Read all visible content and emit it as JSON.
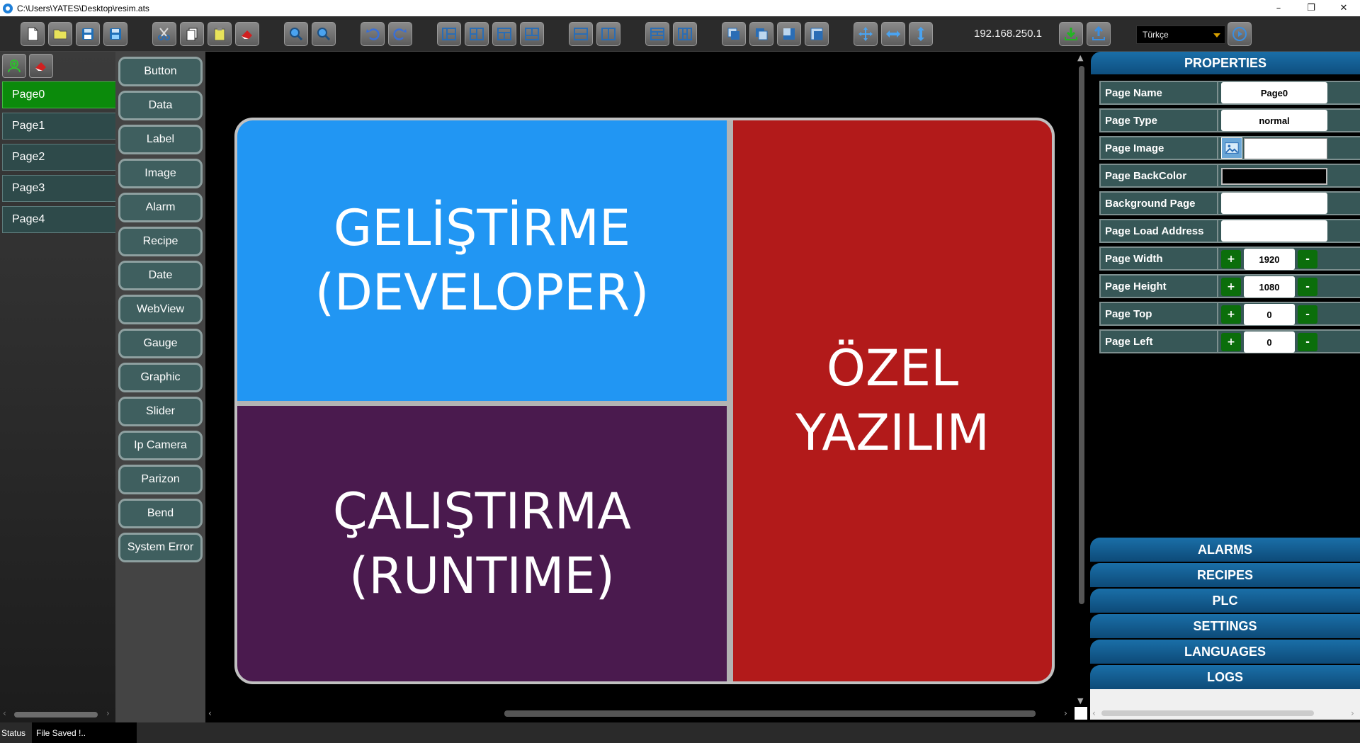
{
  "window": {
    "title": "C:\\Users\\YATES\\Desktop\\resim.ats",
    "controls": [
      "–",
      "❐",
      "✕"
    ]
  },
  "toolbar": {
    "ip": "192.168.250.1",
    "language": "Türkçe",
    "icons": [
      "new-file-icon",
      "open-folder-icon",
      "save-icon",
      "save-as-icon",
      "cut-icon",
      "copy-icon",
      "paste-icon",
      "eraser-icon",
      "zoom-in-icon",
      "zoom-out-icon",
      "undo-icon",
      "redo-icon",
      "layout-1-icon",
      "layout-2-icon",
      "layout-3-icon",
      "layout-4-icon",
      "layout-5-icon",
      "layout-6-icon",
      "layout-7-icon",
      "layout-8-icon",
      "layer-1-icon",
      "layer-2-icon",
      "layer-3-icon",
      "layer-4-icon",
      "move-icon",
      "resize-horizontal-icon",
      "resize-vertical-icon",
      "download-icon",
      "upload-icon",
      "play-icon"
    ]
  },
  "pages": {
    "items": [
      "Page0",
      "Page1",
      "Page2",
      "Page3",
      "Page4"
    ],
    "active": "Page0",
    "add_icon": "add-page-icon",
    "delete_icon": "delete-page-icon"
  },
  "widgets": [
    "Button",
    "Data",
    "Label",
    "Image",
    "Alarm",
    "Recipe",
    "Date",
    "WebView",
    "Gauge",
    "Graphic",
    "Slider",
    "Ip Camera",
    "Parizon",
    "Bend",
    "System Error"
  ],
  "canvas": {
    "tiles": {
      "developer": "GELİŞTİRME\n(DEVELOPER)",
      "runtime": "ÇALIŞTIRMA\n(RUNTIME)",
      "custom": "ÖZEL\nYAZILIM"
    },
    "colors": {
      "developer": "#2196f3",
      "runtime": "#4a1a4e",
      "custom": "#b21a1a"
    }
  },
  "properties": {
    "header": "PROPERTIES",
    "page_name_label": "Page Name",
    "page_name_value": "Page0",
    "page_type_label": "Page Type",
    "page_type_value": "normal",
    "page_image_label": "Page Image",
    "page_image_value": "",
    "page_backcolor_label": "Page BackColor",
    "page_backcolor_value": "#000000",
    "background_page_label": "Background Page",
    "background_page_value": "",
    "page_load_address_label": "Page Load Address",
    "page_load_address_value": "",
    "page_width_label": "Page Width",
    "page_width_value": "1920",
    "page_height_label": "Page Height",
    "page_height_value": "1080",
    "page_top_label": "Page Top",
    "page_top_value": "0",
    "page_left_label": "Page Left",
    "page_left_value": "0",
    "plus": "+",
    "minus": "-"
  },
  "sections": [
    "ALARMS",
    "RECIPES",
    "PLC",
    "SETTINGS",
    "LANGUAGES",
    "LOGS"
  ],
  "status": {
    "label": "Status",
    "text": "File Saved !.."
  }
}
